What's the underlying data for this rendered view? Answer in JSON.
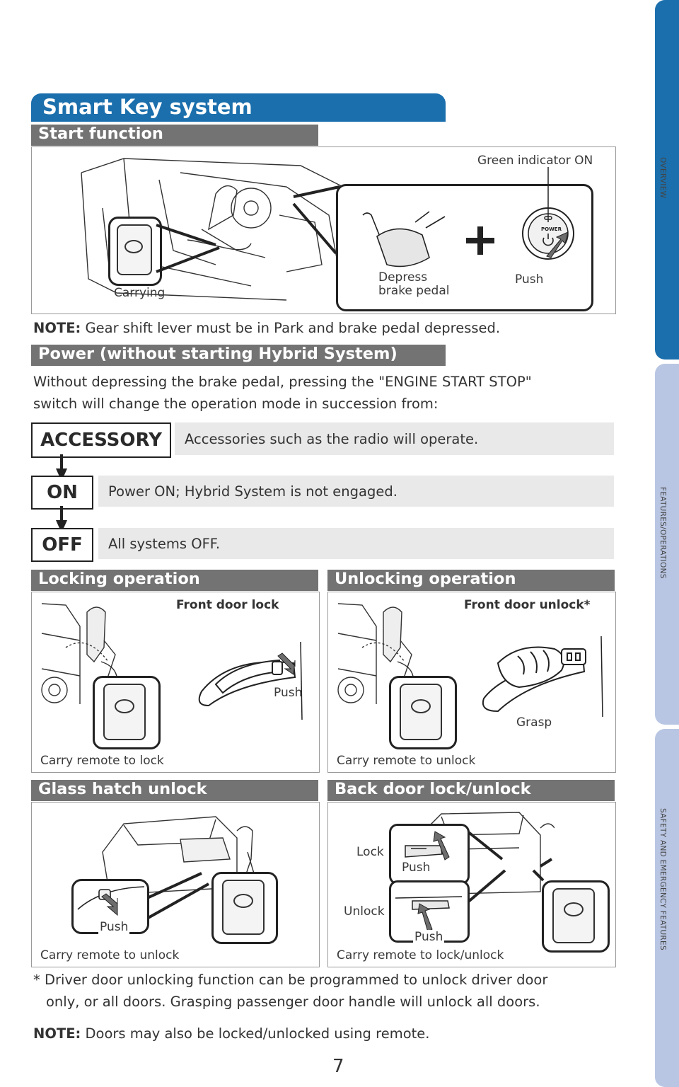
{
  "side_tabs": [
    "OVERVIEW",
    "FEATURES/OPERATIONS",
    "SAFETY AND EMERGENCY FEATURES"
  ],
  "title": "Smart Key system",
  "start_function": {
    "heading": "Start function",
    "green_indicator": "Green indicator ON",
    "carrying": "Carrying",
    "depress_line1": "Depress",
    "depress_line2": "brake pedal",
    "push": "Push",
    "power_button": "POWER"
  },
  "note1": {
    "label": "NOTE:",
    "text": "Gear shift lever must be in Park and brake pedal depressed."
  },
  "power_section": {
    "heading": "Power (without starting Hybrid System)",
    "intro_line1": "Without depressing the brake pedal, pressing the \"ENGINE START STOP\"",
    "intro_line2": "switch will change the operation mode in succession from:",
    "modes": [
      {
        "name": "ACCESSORY",
        "desc": "Accessories such as the radio will operate."
      },
      {
        "name": "ON",
        "desc": "Power ON; Hybrid System is not engaged."
      },
      {
        "name": "OFF",
        "desc": "All systems OFF."
      }
    ]
  },
  "locking": {
    "heading": "Locking operation",
    "sub": "Front door lock",
    "push": "Push",
    "caption": "Carry remote to lock"
  },
  "unlocking": {
    "heading": "Unlocking operation",
    "sub": "Front door unlock*",
    "grasp": "Grasp",
    "caption": "Carry remote to unlock"
  },
  "glass_hatch": {
    "heading": "Glass hatch unlock",
    "push": "Push",
    "caption": "Carry remote to unlock"
  },
  "back_door": {
    "heading": "Back door lock/unlock",
    "lock": "Lock",
    "unlock": "Unlock",
    "push_top": "Push",
    "push_bottom": "Push",
    "caption": "Carry remote to lock/unlock"
  },
  "footnote": {
    "line1": "* Driver door unlocking function can be programmed to unlock driver door",
    "line2": "only, or all doors. Grasping passenger door handle will unlock all doors."
  },
  "note2": {
    "label": "NOTE:",
    "text": "Doors may also be locked/unlocked using remote."
  },
  "page_number": "7",
  "colors": {
    "title_blue": "#1b6fac",
    "tab_active": "#1b6fac",
    "tab_inactive": "#b9c6e3",
    "section_gray": "#737373"
  }
}
